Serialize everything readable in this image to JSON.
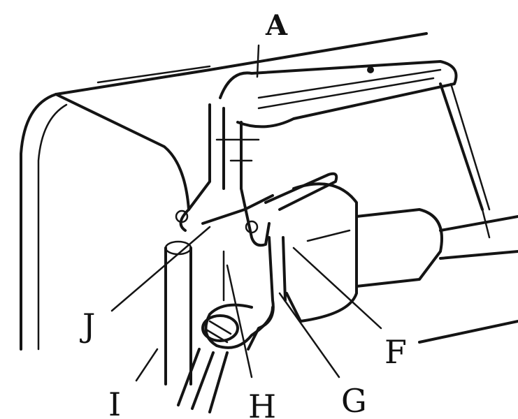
{
  "labels": {
    "A": "A",
    "F": "F",
    "G": "G",
    "H": "H",
    "I": "I",
    "J": "J"
  }
}
